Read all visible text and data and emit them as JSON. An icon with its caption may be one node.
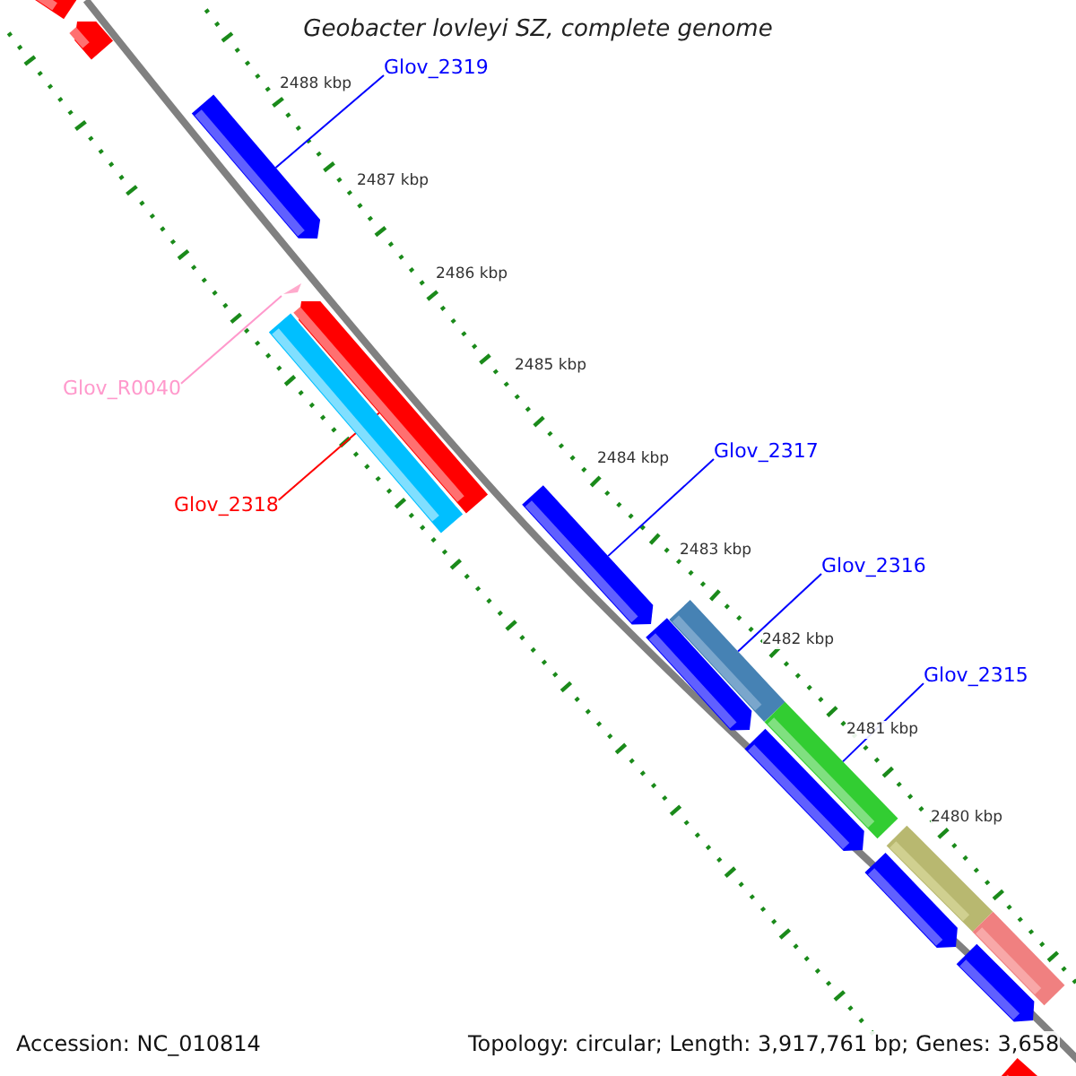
{
  "diagram": {
    "title": "Geobacter lovleyi SZ, complete genome",
    "nodes": [
      {
        "text": [
          "Glov_2319"
        ]
      },
      {
        "text": [],
        "shape": "bar"
      },
      {
        "text": [
          "Glov_R0040"
        ]
      },
      {
        "text": [],
        "shape": "triangle"
      },
      {
        "text": [
          "Glov_2318"
        ]
      },
      {
        "text": [],
        "shape": "bar"
      },
      {
        "text": [
          "Glov_2317"
        ]
      },
      {
        "text": [],
        "shape": "bar"
      },
      {
        "text": [
          "Glov_2316"
        ]
      },
      {
        "text": [],
        "shape": "bar"
      },
      {
        "text": [
          "Glov_2315"
        ]
      },
      {
        "text": [],
        "shape": "bar"
      }
    ],
    "edges": [
      {
        "from": 0,
        "to": 1,
        "arrow": "none"
      },
      {
        "from": 2,
        "to": 3,
        "arrow": "none",
        "color": "#ff99cc"
      },
      {
        "from": 4,
        "to": 5,
        "arrow": "none",
        "color": "#ff0000"
      },
      {
        "from": 6,
        "to": 7,
        "arrow": "none"
      },
      {
        "from": 8,
        "to": 9,
        "arrow": "none"
      },
      {
        "from": 10,
        "to": 11,
        "arrow": "none"
      }
    ],
    "labels": [
      "2488 kbp",
      "2487 kbp",
      "2486 kbp",
      "2485 kbp",
      "2484 kbp",
      "2483 kbp",
      "2482 kbp",
      "2481 kbp",
      "2480 kbp",
      "Accession: NC_010814",
      "Topology: circular; Length: 3,917,761 bp; Genes: 3,658"
    ]
  }
}
